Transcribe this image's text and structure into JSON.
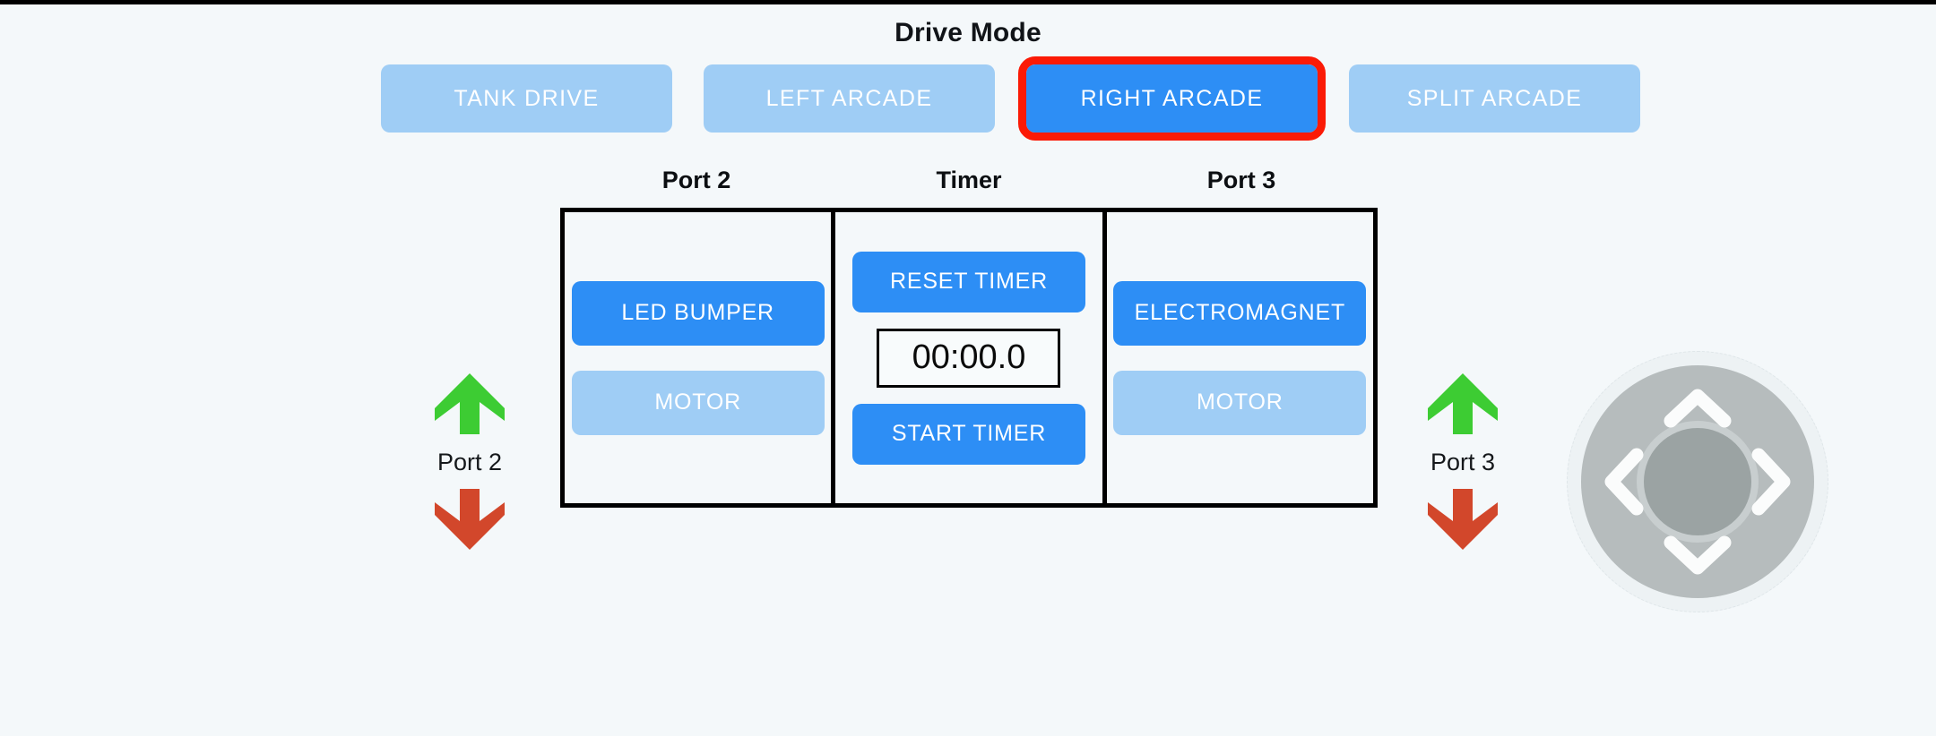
{
  "header": {
    "title": "Drive Mode",
    "tabs": [
      {
        "label": "TANK DRIVE",
        "active": false
      },
      {
        "label": "LEFT ARCADE",
        "active": false
      },
      {
        "label": "RIGHT ARCADE",
        "active": true
      },
      {
        "label": "SPLIT ARCADE",
        "active": false
      }
    ]
  },
  "panel": {
    "headers": [
      "Port 2",
      "Timer",
      "Port 3"
    ],
    "port2": {
      "title": "Port 2",
      "buttons": [
        {
          "label": "LED BUMPER",
          "state": "on"
        },
        {
          "label": "MOTOR",
          "state": "off"
        }
      ]
    },
    "timer": {
      "title": "Timer",
      "reset_label": "RESET TIMER",
      "display": "00:00.0",
      "start_label": "START TIMER"
    },
    "port3": {
      "title": "Port 3",
      "buttons": [
        {
          "label": "ELECTROMAGNET",
          "state": "on"
        },
        {
          "label": "MOTOR",
          "state": "off"
        }
      ]
    }
  },
  "port_controls": [
    {
      "label": "Port 2",
      "up_icon": "arrow-up-icon",
      "down_icon": "arrow-down-icon"
    },
    {
      "label": "Port 3",
      "up_icon": "arrow-up-icon",
      "down_icon": "arrow-down-icon"
    }
  ],
  "dpad": {
    "up_icon": "chevron-up-icon",
    "down_icon": "chevron-down-icon",
    "left_icon": "chevron-left-icon",
    "right_icon": "chevron-right-icon",
    "center_icon": "joystick-knob-icon"
  },
  "colors": {
    "background": "#f4f8fa",
    "accent_active": "#2d8ef5",
    "accent_inactive": "#9fcdf5",
    "selection_outline": "#fb1a06",
    "arrow_up": "#3dcc33",
    "arrow_down": "#d2472b",
    "panel_border": "#000000",
    "dpad_body": "#b6bcbd",
    "dpad_knob": "#9ba3a3"
  }
}
